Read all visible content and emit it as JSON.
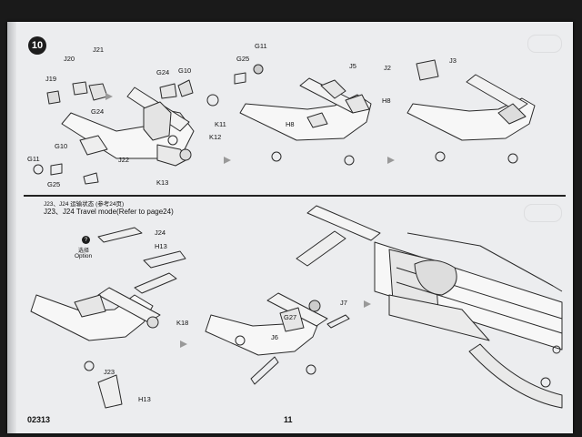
{
  "step": {
    "number": "10"
  },
  "top_parts": {
    "J21": "J21",
    "J20": "J20",
    "J19": "J19",
    "G24a": "G24",
    "G10a": "G10",
    "G24b": "G24",
    "G10b": "G10",
    "G11a": "G11",
    "G25a": "G25",
    "J22": "J22",
    "K11": "K11",
    "K12": "K12",
    "K13": "K13",
    "G11b": "G11",
    "G25b": "G25",
    "J5": "J5",
    "H8a": "H8",
    "H8b": "H8",
    "J2": "J2",
    "J3": "J3"
  },
  "bottom_parts": {
    "note_cn": "J23、J24 运输状态 (参考24页)",
    "note_en": "J23、J24 Travel mode(Refer to page24)",
    "J24": "J24",
    "H13a": "H13",
    "option_cn": "选择",
    "option_en": "Option",
    "K18": "K18",
    "J23": "J23",
    "H13b": "H13",
    "G27": "G27",
    "J6": "J6",
    "J7": "J7",
    "option_badge": "?"
  },
  "footer": {
    "code": "02313",
    "page": "11"
  }
}
